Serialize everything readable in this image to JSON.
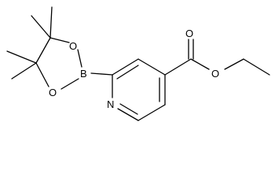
{
  "molecule": {
    "atoms": [
      {
        "id": "O1",
        "label": "O"
      },
      {
        "id": "O2",
        "label": "O"
      },
      {
        "id": "B",
        "label": "B"
      },
      {
        "id": "N",
        "label": "N"
      },
      {
        "id": "O3",
        "label": "O"
      },
      {
        "id": "O4",
        "label": "O"
      }
    ]
  }
}
